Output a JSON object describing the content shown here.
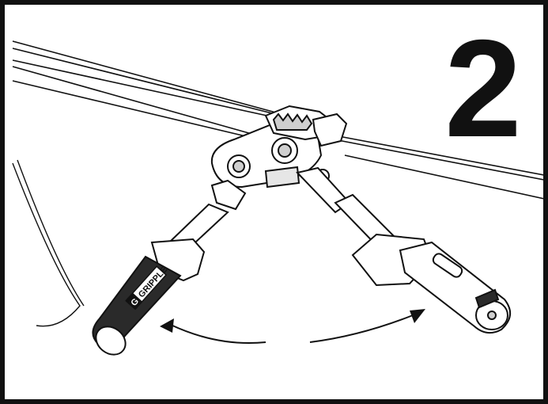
{
  "step_number": "2",
  "brand_label": "GRIPPLE",
  "brand_logo_text": "G",
  "colors": {
    "ink": "#111111",
    "paper": "#ffffff",
    "grip_dark": "#2a2a2a",
    "mid_gray": "#cfcfcf"
  },
  "icons": [
    "left-arrow-icon",
    "right-arrow-icon"
  ]
}
